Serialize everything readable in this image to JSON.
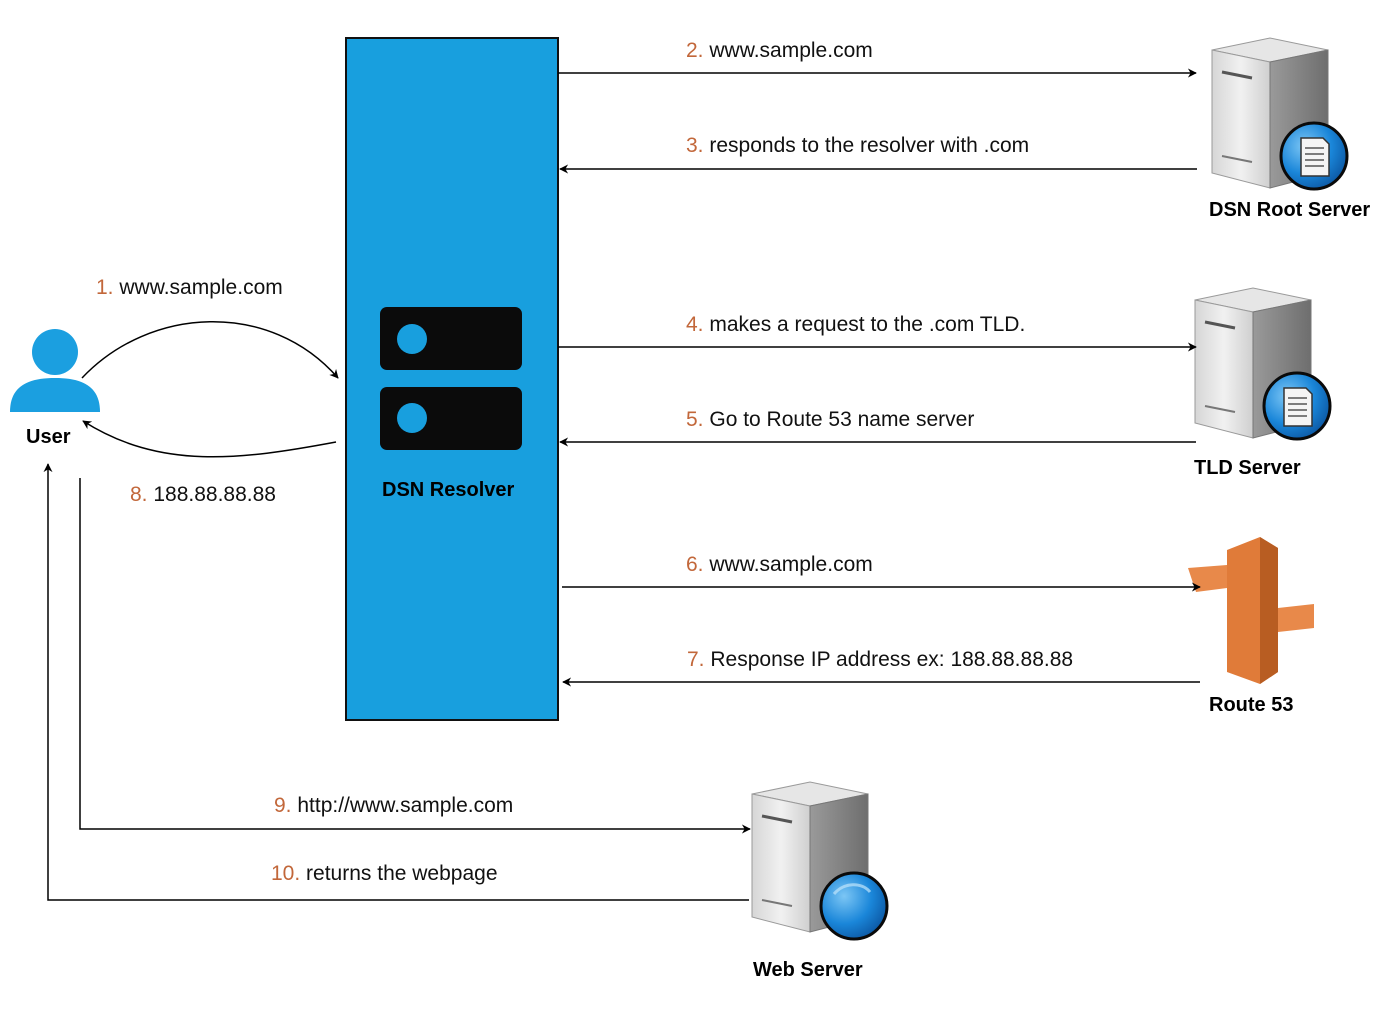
{
  "nodes": {
    "user": "User",
    "resolver": "DSN Resolver",
    "root": "DSN Root Server",
    "tld": "TLD Server",
    "route53": "Route 53",
    "web": "Web Server"
  },
  "steps": [
    {
      "num": "1.",
      "text": "www.sample.com"
    },
    {
      "num": "2.",
      "text": "www.sample.com"
    },
    {
      "num": "3.",
      "text": "responds to the resolver with .com"
    },
    {
      "num": "4.",
      "text": "makes a request to the .com TLD."
    },
    {
      "num": "5.",
      "text": "Go to Route 53 name server"
    },
    {
      "num": "6.",
      "text": "www.sample.com"
    },
    {
      "num": "7.",
      "text": "Response IP address ex: 188.88.88.88"
    },
    {
      "num": "8.",
      "text": "188.88.88.88"
    },
    {
      "num": "9.",
      "text": "http://www.sample.com"
    },
    {
      "num": "10.",
      "text": "returns the webpage"
    }
  ],
  "colors": {
    "resolver_fill": "#189fde",
    "user_icon": "#1b9fe0",
    "step_number": "#c2673a",
    "route53": "#e07b39"
  },
  "icons": {
    "user": "user-icon",
    "resolver": "server-rack-icon",
    "root": "server-document-icon",
    "tld": "server-document-icon",
    "route53": "route53-signpost-icon",
    "web": "server-globe-icon"
  }
}
